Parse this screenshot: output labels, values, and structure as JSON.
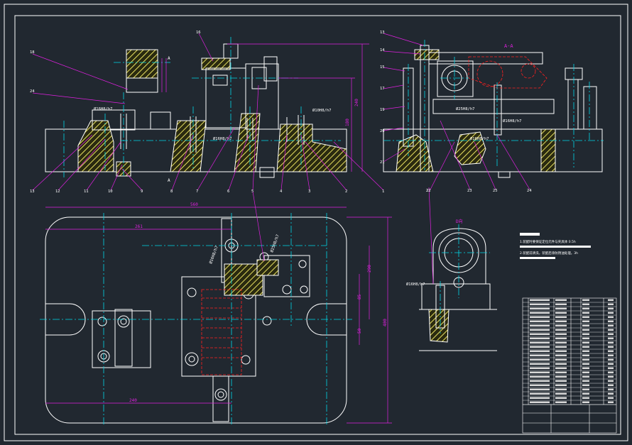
{
  "colors": {
    "background": "#212830",
    "outline": "#ffffff",
    "centerline": "#00d8e8",
    "dimension": "#e020e0",
    "hatch": "#e8e060",
    "hidden": "#ff2020",
    "leader": "#e020e0"
  },
  "section_label": "A-A",
  "cut_marks": [
    "A",
    "A"
  ],
  "part_numbers_top": [
    "13",
    "14",
    "15",
    "16",
    "17",
    "18",
    "19",
    "20",
    "21",
    "22",
    "23",
    "24",
    "25"
  ],
  "part_numbers_bottom": [
    "13",
    "12",
    "11",
    "10",
    "9",
    "8",
    "7",
    "6",
    "5",
    "4",
    "3",
    "2",
    "1"
  ],
  "fits": [
    "Ø16H8/h7",
    "Ø16H8/h7",
    "Ø10H8/h7",
    "Ø25H8/h7",
    "Ø16H8/h7",
    "Ø16H8/h7",
    "Ø16H8/h7",
    "Ø25H8/h7",
    "Ø16H8/h7"
  ],
  "dimensions": {
    "front_height": "240",
    "front_inner": "180",
    "plan_width": "560",
    "plan_half": "261",
    "plan_height": "400",
    "plan_mid": "290",
    "plan_small": "85",
    "plan_offset": "50",
    "plan_bottom": "240"
  },
  "notes": [
    "1.装配时要保证定位元件与夹具体 0.5h",
    "2.装配前清洗，装配后涂防锈油处理。3h"
  ],
  "detail_label": "D向"
}
